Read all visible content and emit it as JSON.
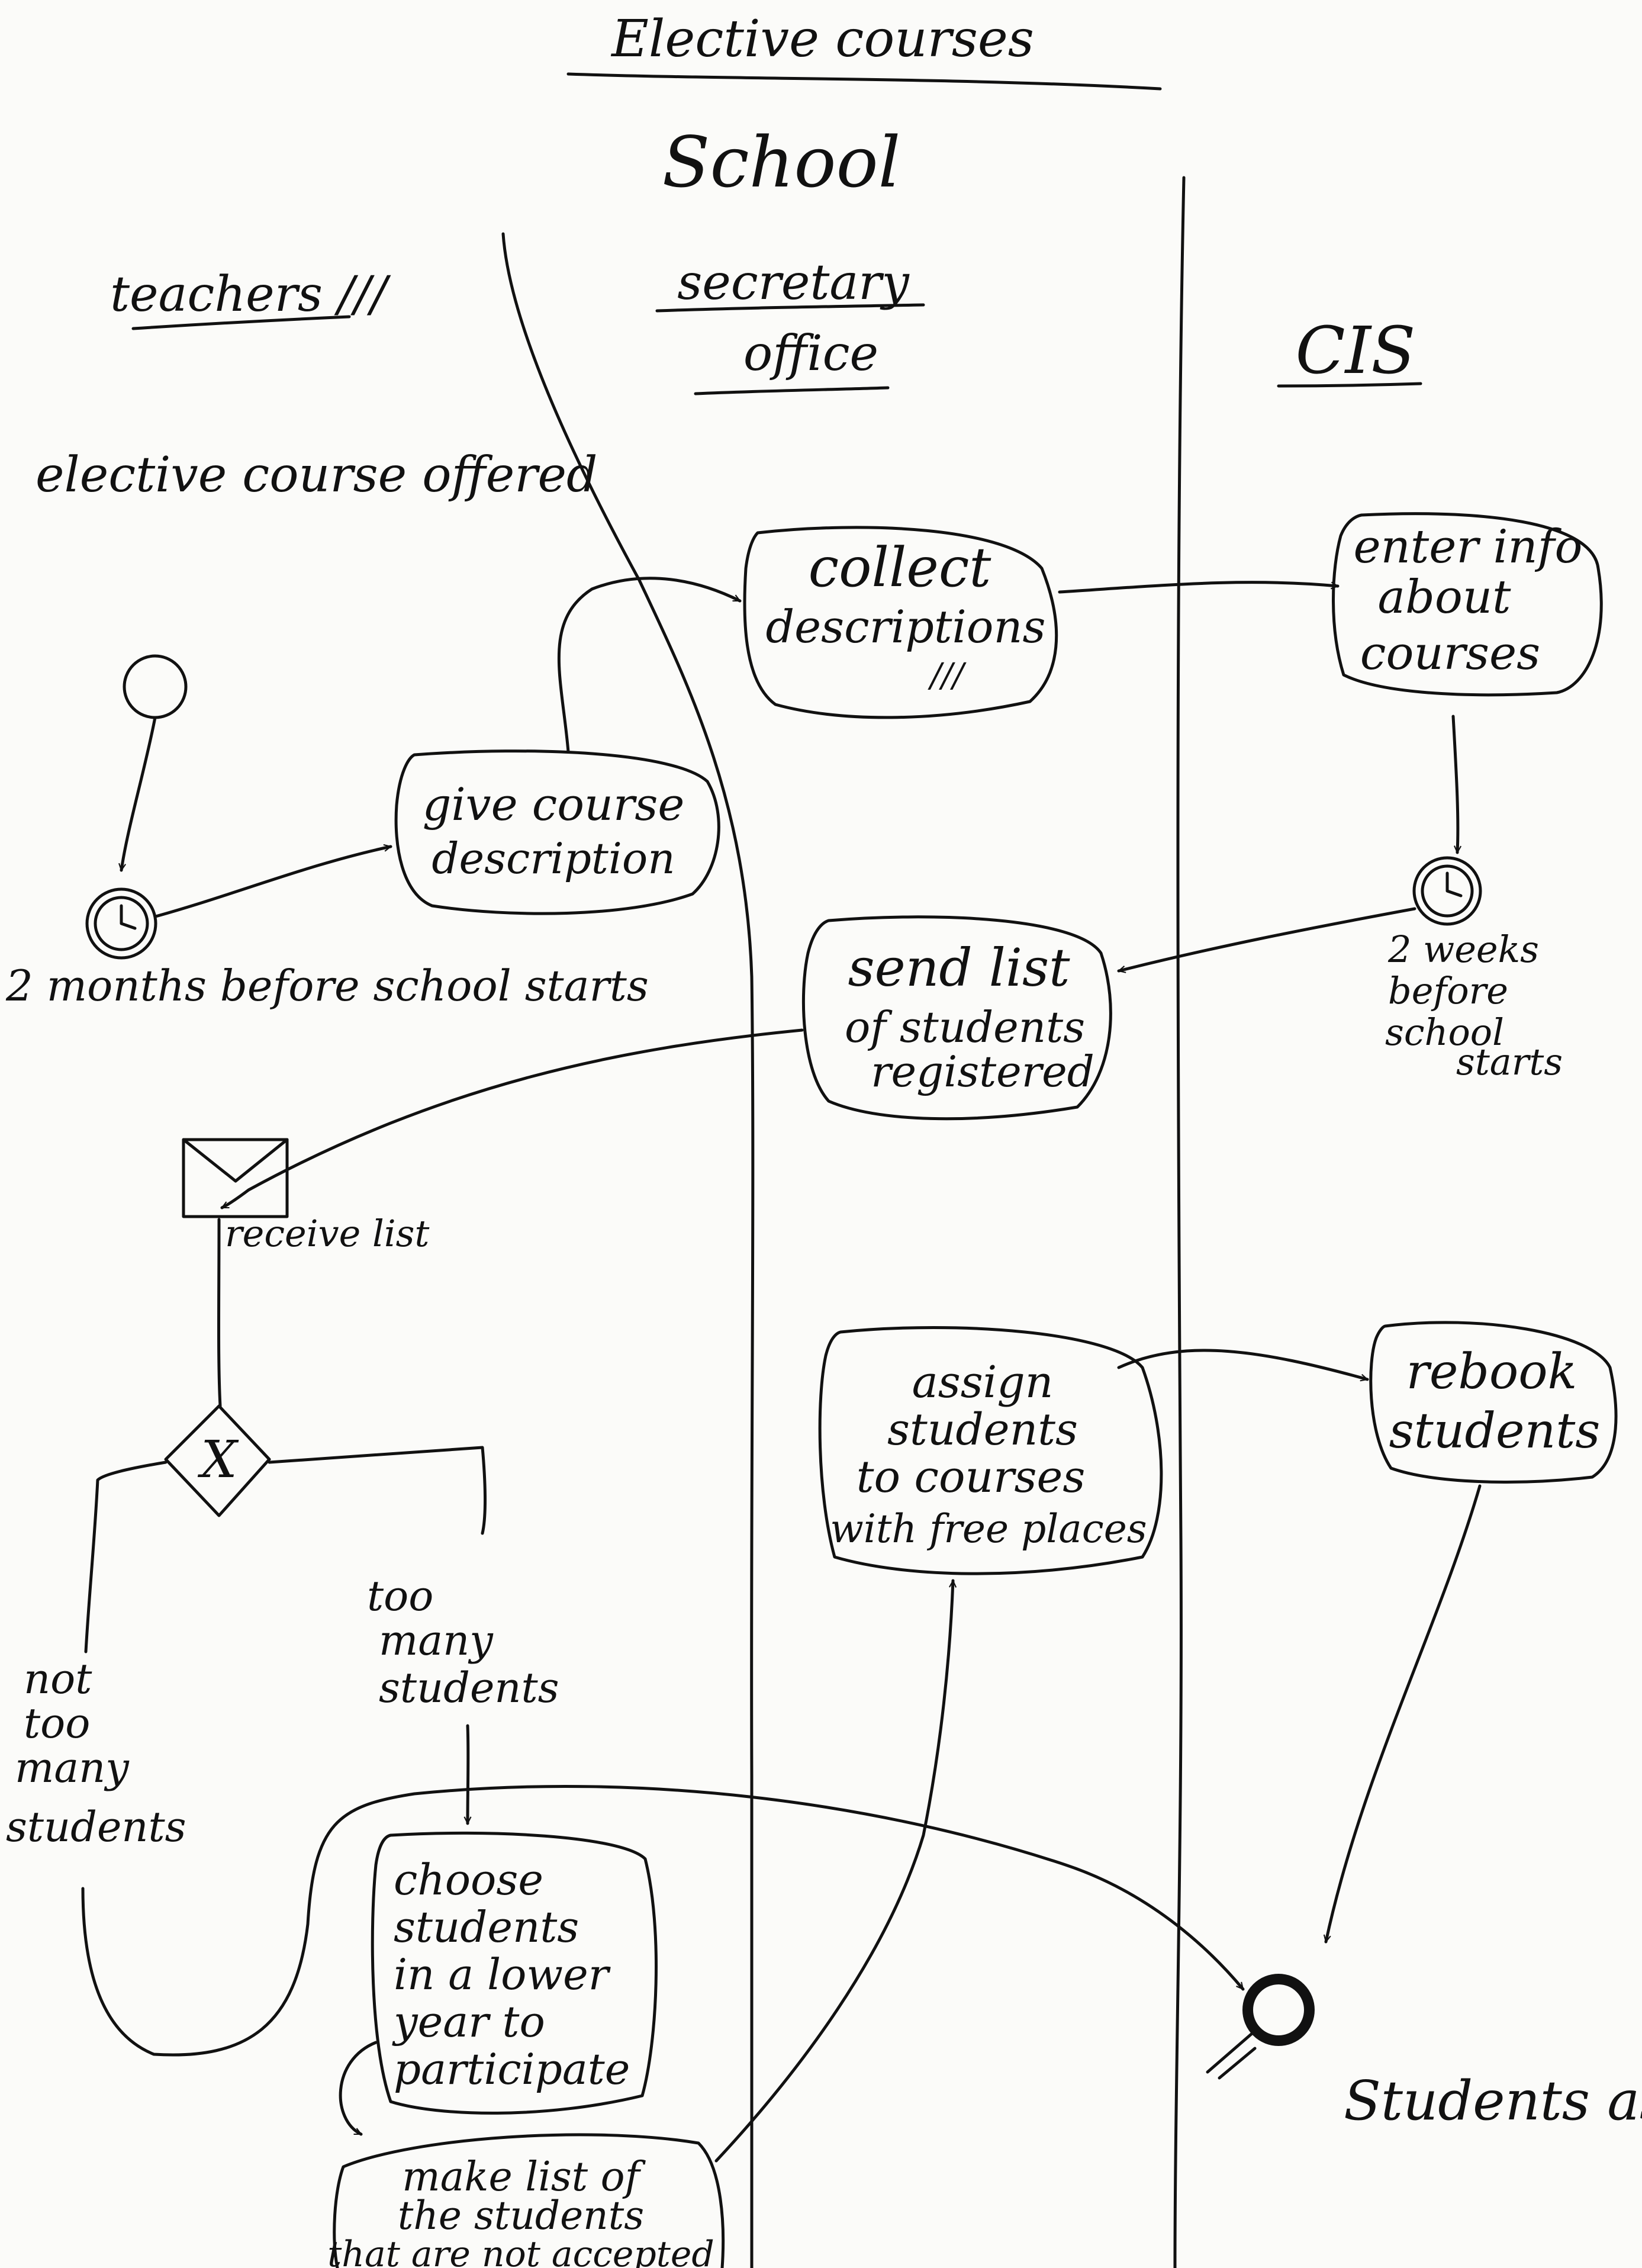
{
  "title": "Elective courses",
  "swimlanes": {
    "pool": "School",
    "teachers": "teachers ///",
    "secretary_line1": "secretary",
    "secretary_line2": "office",
    "cis": "CIS"
  },
  "events": {
    "start": "elective course offered",
    "timer1": "2 months before school starts",
    "timer2_line1": "2 weeks",
    "timer2_line2": "before",
    "timer2_line3": "school",
    "timer2_line4": "starts",
    "message": "receive list",
    "end": "Students assigned"
  },
  "activities": {
    "give_course": [
      "give course",
      "description"
    ],
    "collect": [
      "collect",
      "descriptions",
      "///"
    ],
    "enter_info": [
      "enter info",
      "about",
      "courses"
    ],
    "send_list": [
      "send list",
      "of students",
      "registered"
    ],
    "assign": [
      "assign",
      "students",
      "to courses",
      "with free places"
    ],
    "rebook": [
      "rebook",
      "students"
    ],
    "choose": [
      "choose",
      "students",
      "in a lower",
      "year to",
      "participate"
    ],
    "make_list": [
      "make list of",
      "the students",
      "that are not accepted"
    ]
  },
  "gateway": {
    "symbol": "X",
    "not_too_many": [
      "not",
      "too",
      "many",
      "students"
    ],
    "too_many": [
      "too",
      "many",
      "students"
    ]
  },
  "colors": {
    "ink": "#111111",
    "paper": "#fbfbf9"
  }
}
